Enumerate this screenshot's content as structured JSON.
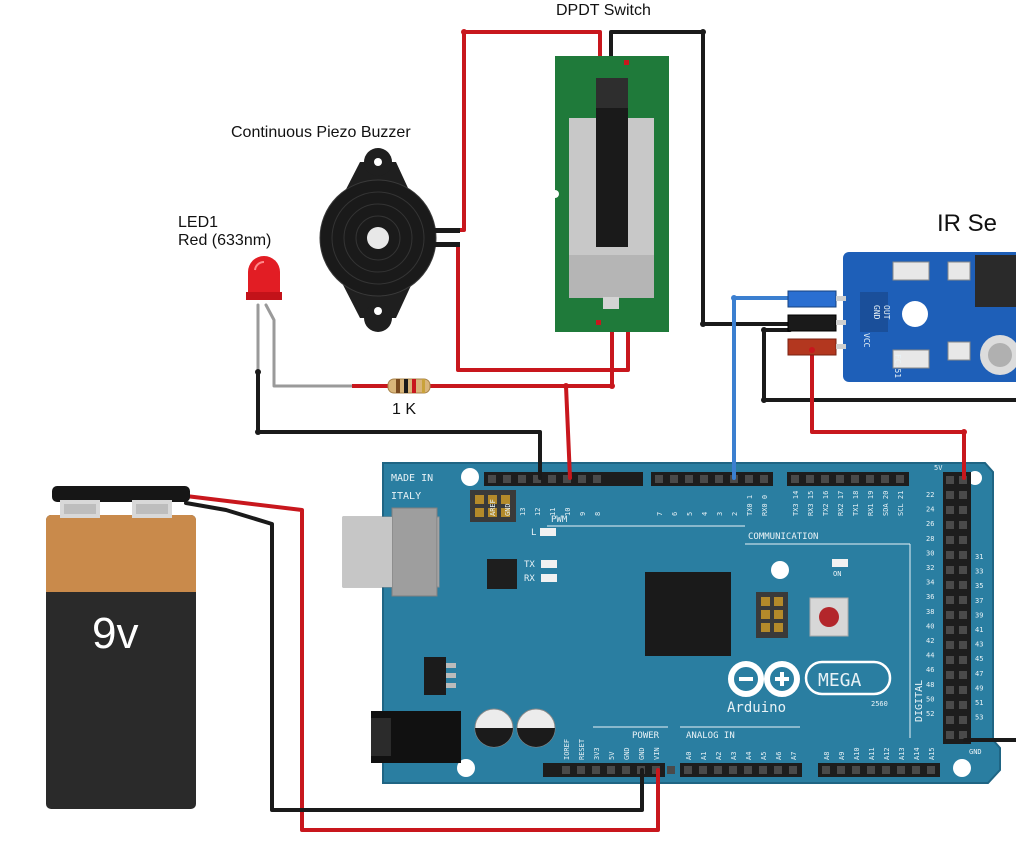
{
  "labels": {
    "dpdt": "DPDT Switch",
    "buzzer": "Continuous Piezo Buzzer",
    "led_name": "LED1",
    "led_spec": "Red (633nm)",
    "resistor": "1 K",
    "ir": "IR Se",
    "battery": "9v"
  },
  "ir_module": {
    "pins": [
      "OUT",
      "GND",
      "VCC"
    ],
    "part": "FC-51"
  },
  "arduino": {
    "made_in": "MADE IN",
    "country": "ITALY",
    "pwm": "PWM",
    "communication": "COMMUNICATION",
    "power": "POWER",
    "analog_in": "ANALOG IN",
    "digital": "DIGITAL",
    "logo": "Arduino",
    "model": "MEGA",
    "sub_model": "2560",
    "led_l": "L",
    "led_tx": "TX",
    "led_rx": "RX",
    "led_on": "ON",
    "gnd_label": "GND",
    "fivev_label": "5V",
    "top_pins_left": [
      "AREF",
      "GND",
      "13",
      "12",
      "11",
      "10",
      "9",
      "8"
    ],
    "top_pins_mid": [
      "7",
      "6",
      "5",
      "4",
      "3",
      "2",
      "TX0 1",
      "RX0 0"
    ],
    "top_pins_right": [
      "TX3 14",
      "RX3 15",
      "TX2 16",
      "RX2 17",
      "TX1 18",
      "RX1 19",
      "SDA 20",
      "SCL 21"
    ],
    "power_pins": [
      "IOREF",
      "RESET",
      "3V3",
      "5V",
      "GND",
      "GND",
      "VIN"
    ],
    "analog_pins_a": [
      "A0",
      "A1",
      "A2",
      "A3",
      "A4",
      "A5",
      "A6",
      "A7"
    ],
    "analog_pins_b": [
      "A8",
      "A9",
      "A10",
      "A11",
      "A12",
      "A13",
      "A14",
      "A15"
    ],
    "digital_even": [
      "22",
      "24",
      "26",
      "28",
      "30",
      "32",
      "34",
      "36",
      "38",
      "40",
      "42",
      "44",
      "46",
      "48",
      "50",
      "52"
    ],
    "digital_odd": [
      "31",
      "33",
      "35",
      "37",
      "39",
      "41",
      "43",
      "45",
      "47",
      "49",
      "51",
      "53"
    ]
  },
  "colors": {
    "board": "#2a7ea1",
    "wire_red": "#c8171d",
    "wire_black": "#1a1a1a",
    "wire_blue": "#3b7fd0",
    "wire_gray": "#9a9a9a",
    "pcb_green": "#1f7a3a",
    "ir_blue": "#1e5fb8"
  }
}
